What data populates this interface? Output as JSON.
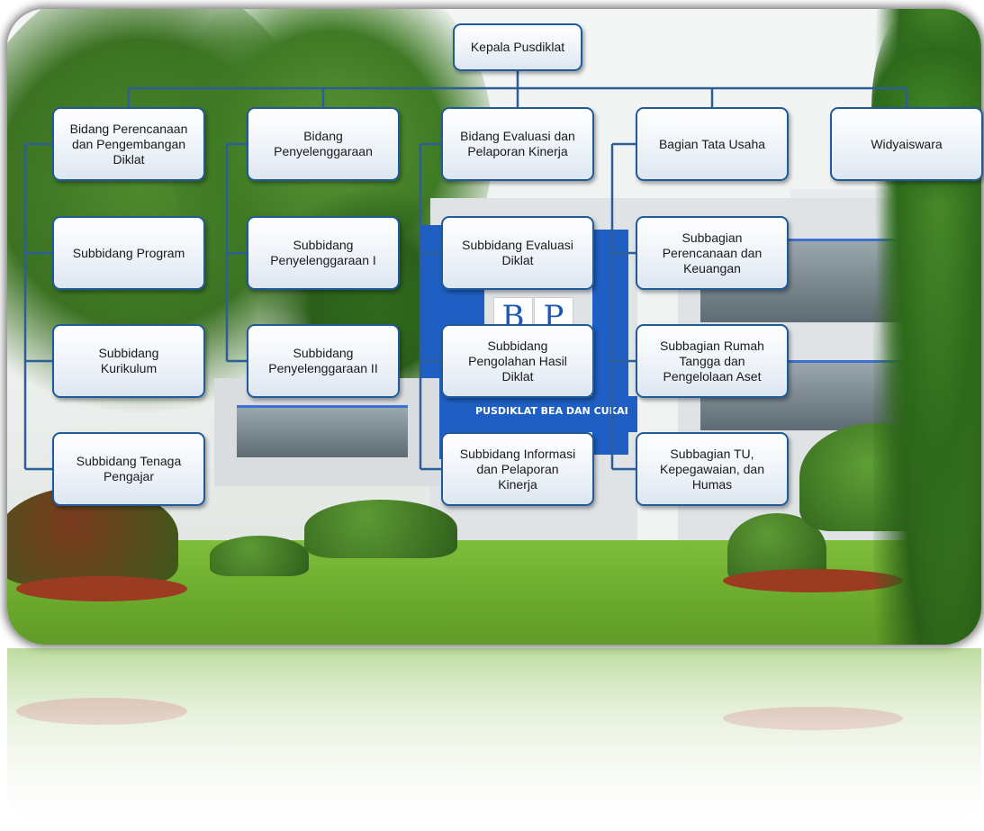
{
  "colors": {
    "box_border": "#1f5a9a",
    "connector": "#2d5f96",
    "building_blue": "#1f5fc4",
    "lawn": "#6aa82c"
  },
  "photo": {
    "sign": "PUSDIKLAT BEA DAN CUKAI",
    "letters": [
      "B",
      "P"
    ]
  },
  "org": {
    "root": "Kepala Pusdiklat",
    "units": [
      {
        "title": "Bidang Perencanaan\ndan Pengembangan\nDiklat",
        "children": [
          "Subbidang Program",
          "Subbidang\nKurikulum",
          "Subbidang Tenaga\nPengajar"
        ]
      },
      {
        "title": "Bidang\nPenyelenggaraan",
        "children": [
          "Subbidang\nPenyelenggaraan I",
          "Subbidang\nPenyelenggaraan II"
        ]
      },
      {
        "title": "Bidang Evaluasi dan\nPelaporan Kinerja",
        "children": [
          "Subbidang Evaluasi\nDiklat",
          "Subbidang\nPengolahan Hasil\nDiklat",
          "Subbidang Informasi\ndan Pelaporan\nKinerja"
        ]
      },
      {
        "title": "Bagian Tata Usaha",
        "children": [
          "Subbagian\nPerencanaan dan\nKeuangan",
          "Subbagian Rumah\nTangga dan\nPengelolaan Aset",
          "Subbagian TU,\nKepegawaian, dan\nHumas"
        ]
      },
      {
        "title": "Widyaiswara",
        "children": []
      }
    ]
  }
}
